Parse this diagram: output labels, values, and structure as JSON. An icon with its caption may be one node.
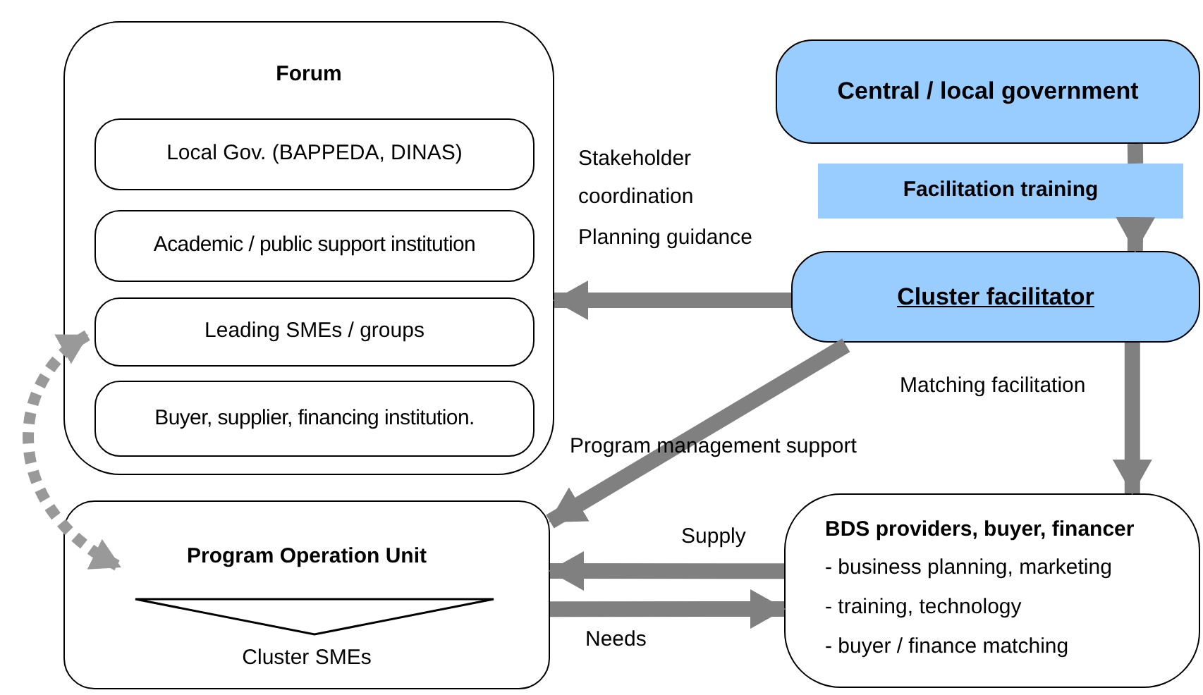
{
  "diagram": {
    "nodes": [
      {
        "text": [
          "Forum"
        ]
      },
      {
        "text": [
          "Local Gov. (BAPPEDA, DINAS)"
        ],
        "in": 0
      },
      {
        "text": [
          "Academic / public support institution"
        ],
        "in": 0
      },
      {
        "text": [
          "Leading SMEs / groups"
        ],
        "in": 0
      },
      {
        "text": [
          "Buyer, supplier, financing institution."
        ],
        "in": 0
      },
      {
        "text": [
          "Central / local government"
        ]
      },
      {
        "text": [
          "Facilitation training"
        ]
      },
      {
        "text": [
          "Cluster facilitator"
        ]
      },
      {
        "text": [
          "Program Operation Unit",
          "Cluster SMEs"
        ]
      },
      {
        "text": [
          "BDS providers, buyer, financer",
          "- business planning, marketing",
          "- training, technology",
          "- buyer / finance matching"
        ]
      }
    ],
    "edges": [
      {
        "from": 5,
        "to": 6,
        "arrow": "none"
      },
      {
        "from": 6,
        "to": 7,
        "arrow": "to"
      },
      {
        "from": 7,
        "to": 0,
        "arrow": "to"
      },
      {
        "from": 7,
        "to": 8,
        "arrow": "to",
        "label": "Program management support"
      },
      {
        "from": 7,
        "to": 9,
        "arrow": "to",
        "label": "Matching facilitation"
      },
      {
        "from": 9,
        "to": 8,
        "arrow": "to",
        "label": "Supply"
      },
      {
        "from": 8,
        "to": 9,
        "arrow": "to",
        "label": "Needs"
      },
      {
        "from": 3,
        "to": 8,
        "arrow": "both",
        "style": "dashed"
      }
    ],
    "labels": [
      "Stakeholder coordination",
      "Planning guidance"
    ]
  }
}
